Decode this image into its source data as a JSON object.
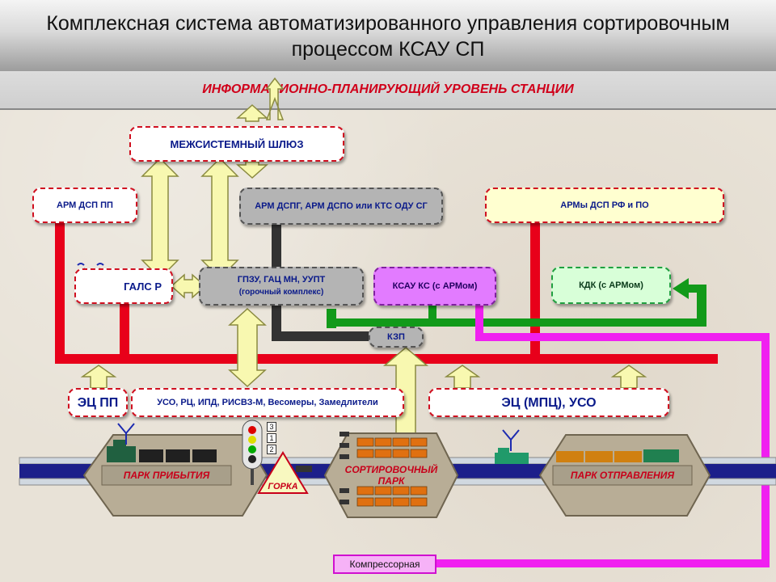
{
  "title": {
    "line1": "Комплексная система автоматизированного управления  сортировочным",
    "line2": "процессом КСАУ СП"
  },
  "top_level": "ИНФОРМАЦИОННО-ПЛАНИРУЮЩИЙ УРОВЕНЬ СТАНЦИИ",
  "boxes": {
    "gateway": "МЕЖСИСТЕМНЫЙ ШЛЮЗ",
    "arm_dsp_pp": "АРМ ДСП ПП",
    "arm_dspg": "АРМ ДСПГ, АРМ ДСПО или КТС ОДУ СГ",
    "arms_dsp_rf": "АРМы ДСП РФ и ПО",
    "gals": "ГАЛС Р",
    "gpzu": "ГПЗУ,    ГАЦ МН,    УУПТ",
    "gpzu_sub": "(горочный комплекс)",
    "ksau_ks": "КСАУ КС (с АРМом)",
    "kdk": "КДК (с АРМом)",
    "kzp": "КЗП",
    "ec_pp": "ЭЦ ПП",
    "uso_line": "УСО, РЦ, ИПД, РИСВЗ-М, Весомеры, Замедлители",
    "ec_mpc": "ЭЦ (МПЦ), УСО",
    "kompressor": "Компрессорная"
  },
  "parks": {
    "arrival": "ПАРК ПРИБЫТИЯ",
    "sorting": "СОРТИРОВОЧНЫЙ ПАРК",
    "departure": "ПАРК ОТПРАВЛЕНИЯ",
    "hump": "ГОРКА"
  },
  "signal_numbers": [
    "3",
    "1",
    "2"
  ],
  "colors": {
    "red_bus": "#e8001a",
    "dark_bus": "#333333",
    "green_bus": "#129a1a",
    "magenta_bus": "#f020f0",
    "arrow_fill": "#f8f8b0",
    "track_blue": "#1c1f8a"
  }
}
